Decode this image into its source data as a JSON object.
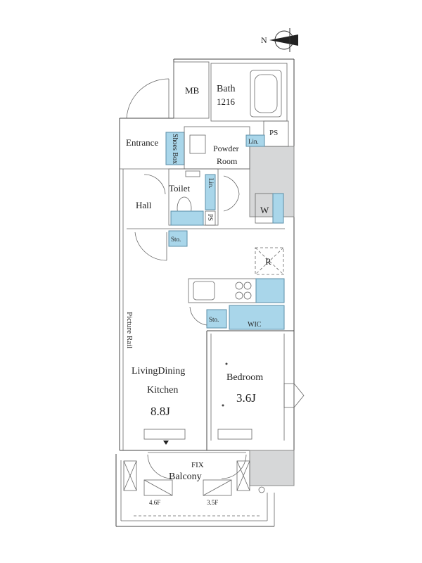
{
  "compass": {
    "label": "N",
    "icon": "north-arrow-icon"
  },
  "rooms": {
    "mb": "MB",
    "bath": "Bath",
    "bath_size": "1216",
    "entrance": "Entrance",
    "shoes_box": "Shoes Box",
    "powder_room_1": "Powder",
    "powder_room_2": "Room",
    "toilet": "Toilet",
    "hall": "Hall",
    "ldk_1": "LivingDining",
    "ldk_2": "Kitchen",
    "ldk_size": "8.8J",
    "bedroom": "Bedroom",
    "bedroom_size": "3.6J",
    "balcony": "Balcony"
  },
  "labels": {
    "ps_top": "PS",
    "ps_toilet": "PS",
    "lin_powder": "Lin.",
    "lin_toilet": "Lin.",
    "washer": "W",
    "refrigerator": "R",
    "storage_hall": "Sto.",
    "storage_kitchen": "Sto.",
    "wic": "WIC",
    "picture_rail": "Picture Rail",
    "fix": "FIX",
    "window_left": "4.6F",
    "window_right": "3.5F"
  },
  "colors": {
    "fixture_blue": "#a9d6ea",
    "shaft_gray": "#d6d7d8",
    "wall": "#333333"
  }
}
